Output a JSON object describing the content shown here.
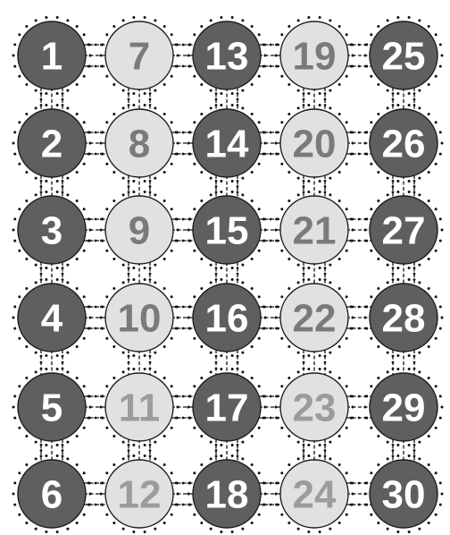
{
  "grid": {
    "columns": [
      {
        "shade": "dark",
        "cells": [
          "1",
          "2",
          "3",
          "4",
          "5",
          "6"
        ]
      },
      {
        "shade": "light",
        "cells": [
          "7",
          "8",
          "9",
          "10",
          "11",
          "12"
        ]
      },
      {
        "shade": "dark",
        "cells": [
          "13",
          "14",
          "15",
          "16",
          "17",
          "18"
        ]
      },
      {
        "shade": "light",
        "cells": [
          "19",
          "20",
          "21",
          "22",
          "23",
          "24"
        ]
      },
      {
        "shade": "dark",
        "cells": [
          "25",
          "26",
          "27",
          "28",
          "29",
          "30"
        ]
      }
    ]
  },
  "colors": {
    "dark_circle": "#5f5f5f",
    "light_circle": "#e1e1e1",
    "dark_number": "#ffffff",
    "light_number": "#7a7a7a",
    "connector": "#111111"
  }
}
